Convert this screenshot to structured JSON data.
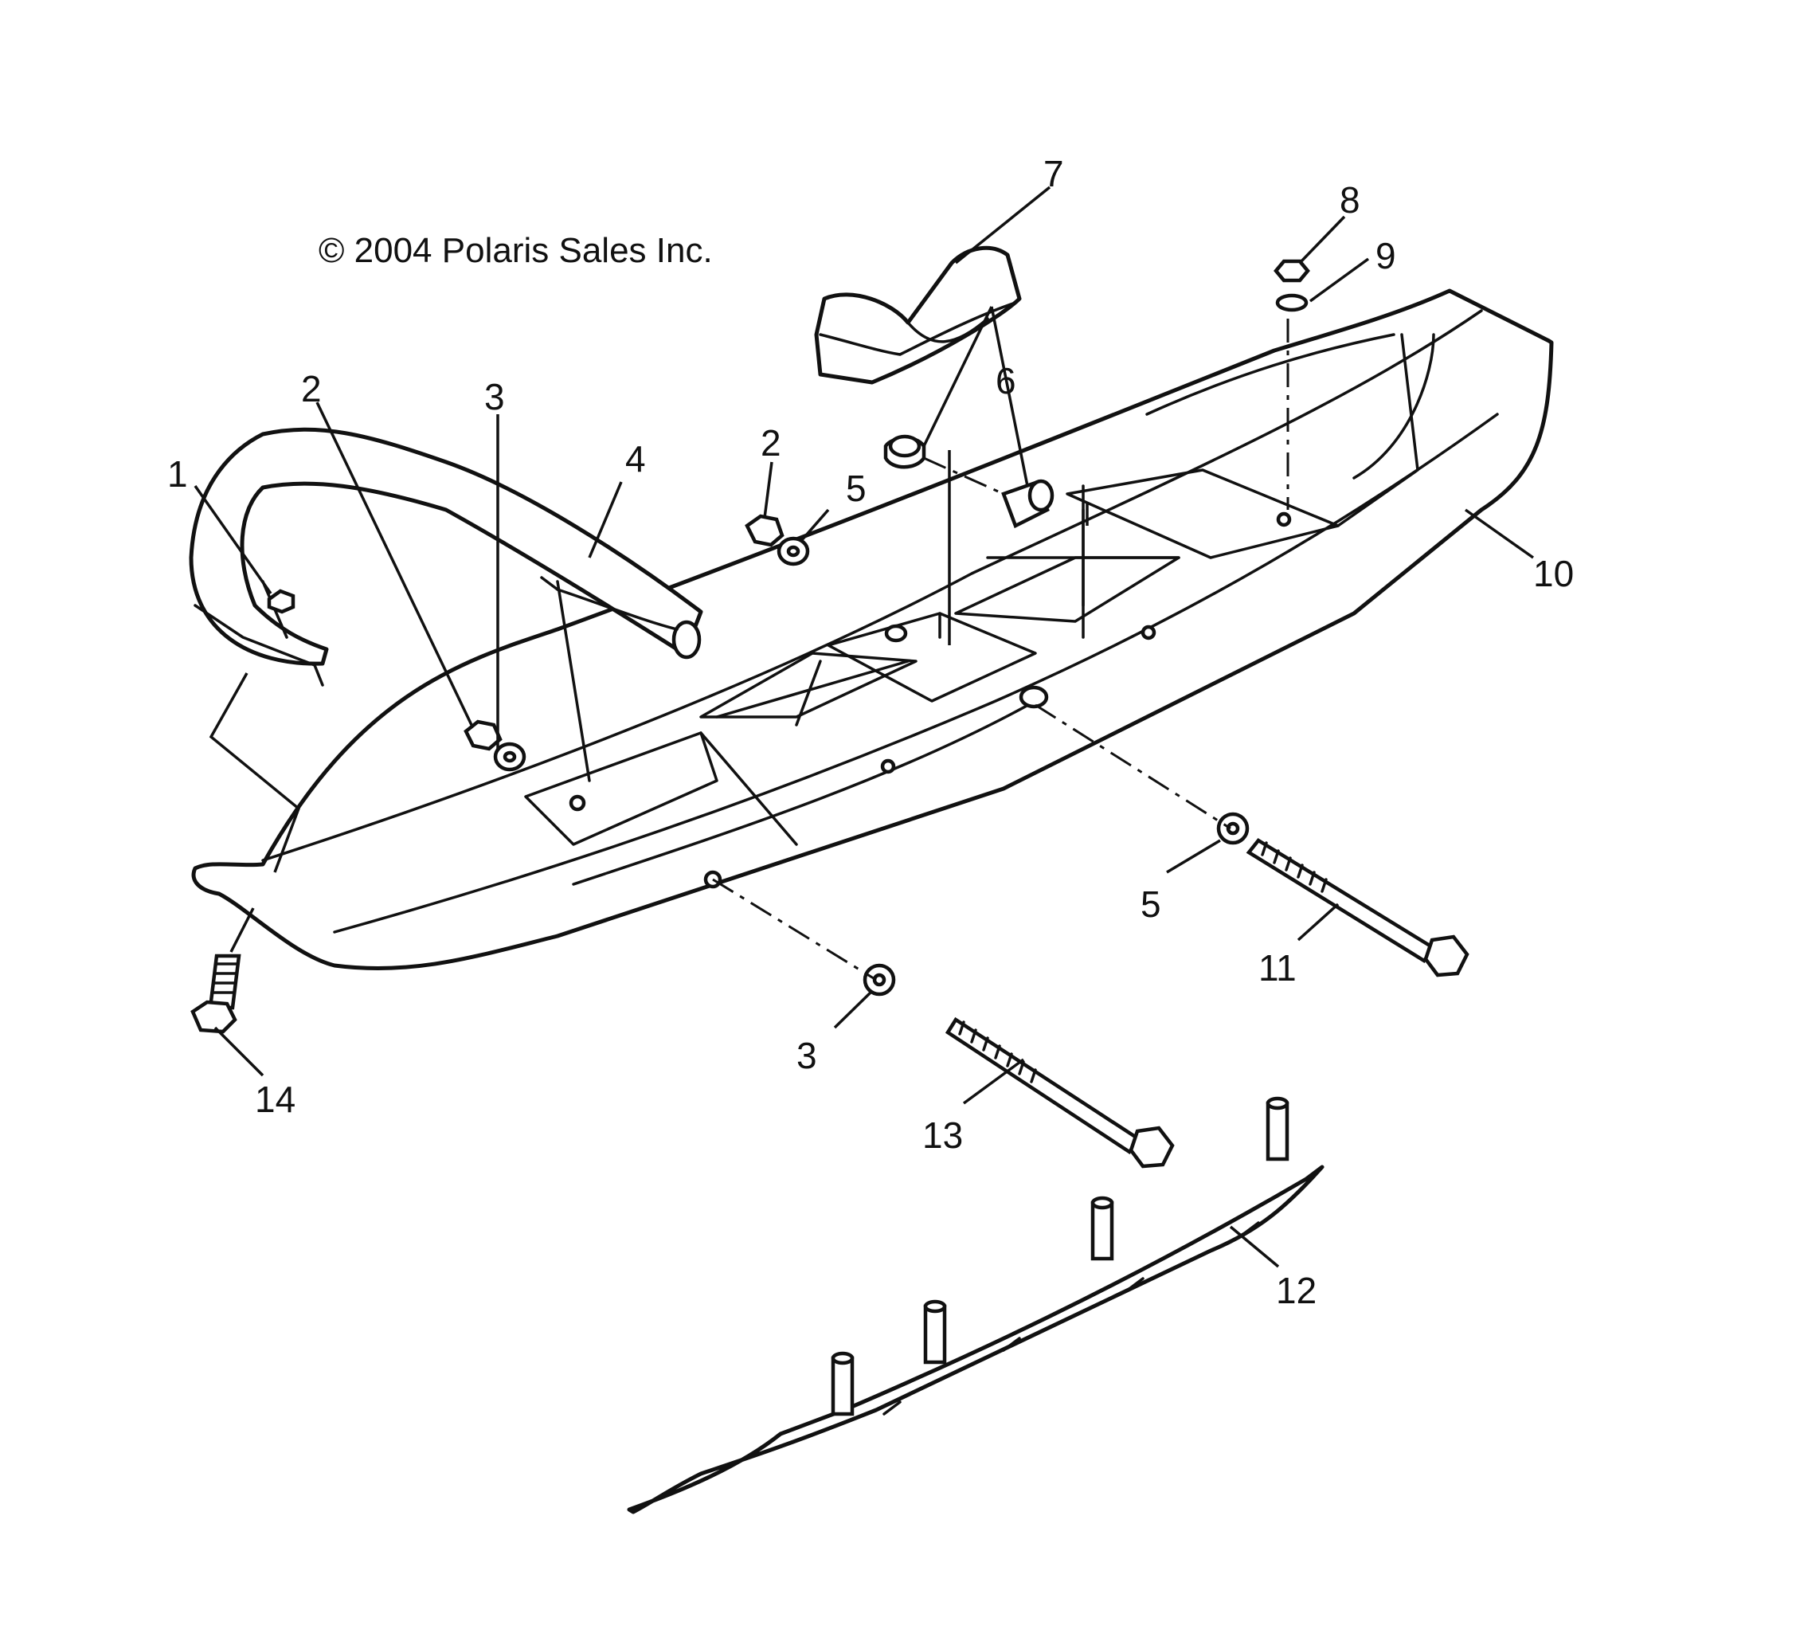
{
  "copyright": "© 2004 Polaris Sales Inc.",
  "callouts": [
    {
      "id": "c1",
      "label": "1"
    },
    {
      "id": "c2a",
      "label": "2"
    },
    {
      "id": "c3a",
      "label": "3"
    },
    {
      "id": "c4",
      "label": "4"
    },
    {
      "id": "c2b",
      "label": "2"
    },
    {
      "id": "c5a",
      "label": "5"
    },
    {
      "id": "c6",
      "label": "6"
    },
    {
      "id": "c7",
      "label": "7"
    },
    {
      "id": "c8",
      "label": "8"
    },
    {
      "id": "c9",
      "label": "9"
    },
    {
      "id": "c10",
      "label": "10"
    },
    {
      "id": "c5b",
      "label": "5"
    },
    {
      "id": "c11",
      "label": "11"
    },
    {
      "id": "c3b",
      "label": "3"
    },
    {
      "id": "c13",
      "label": "13"
    },
    {
      "id": "c14",
      "label": "14"
    },
    {
      "id": "c12",
      "label": "12"
    }
  ]
}
